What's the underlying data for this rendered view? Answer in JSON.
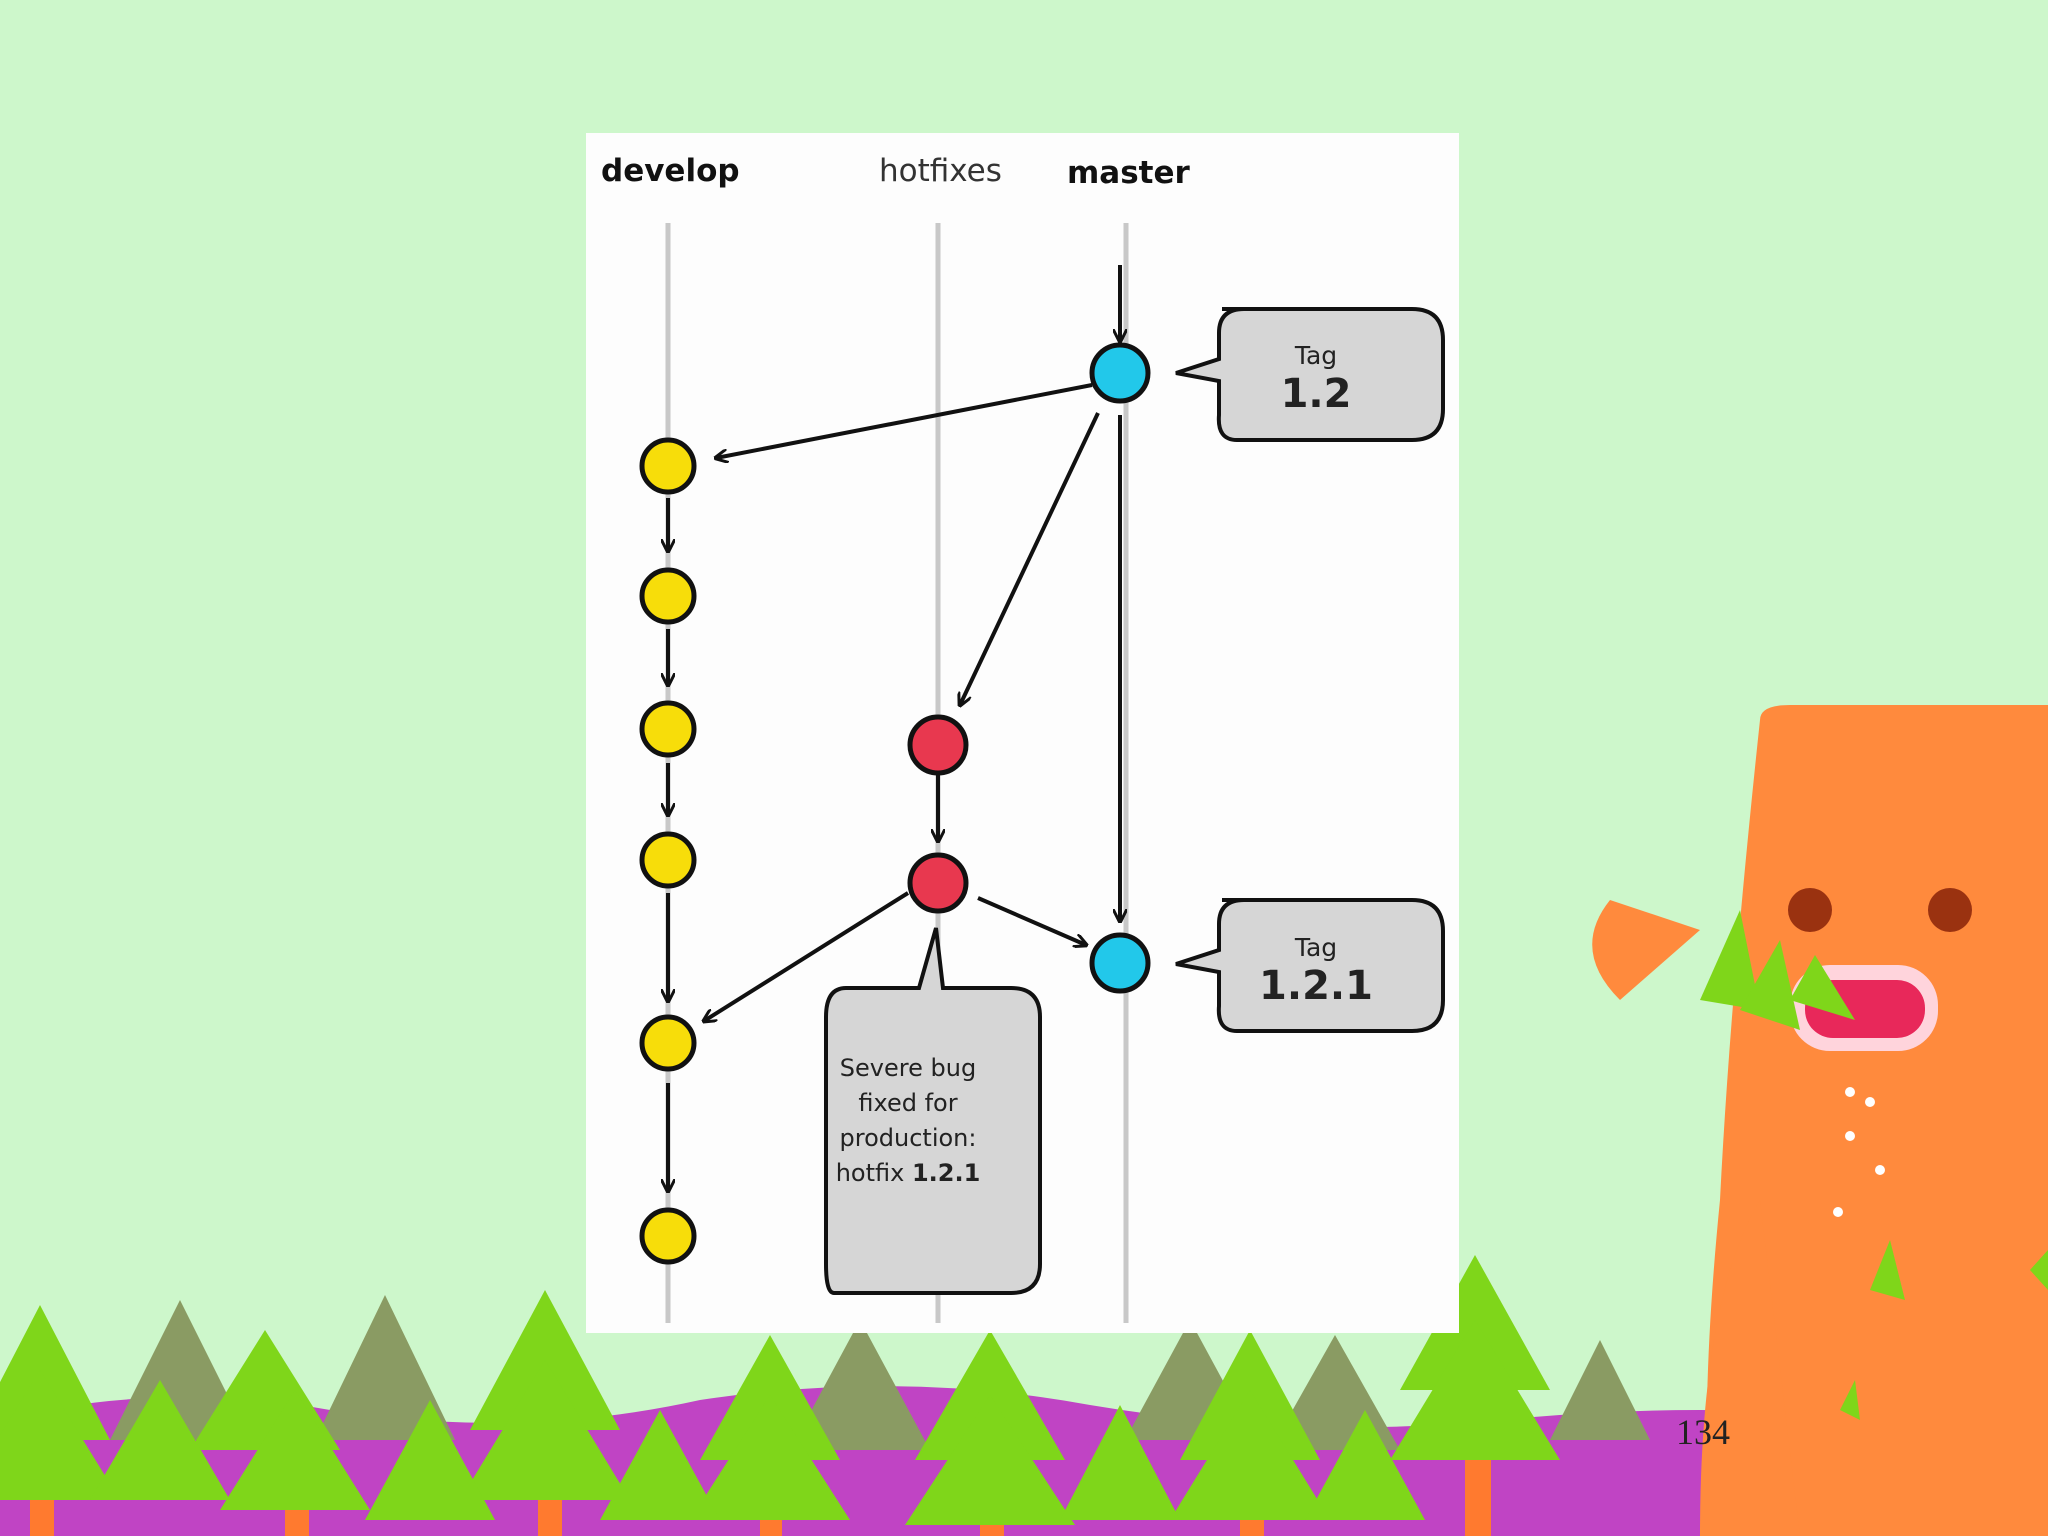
{
  "branches": {
    "develop": "develop",
    "hotfixes": "hotfixes",
    "master": "master"
  },
  "tags": [
    {
      "word": "Tag",
      "version": "1.2"
    },
    {
      "word": "Tag",
      "version": "1.2.1"
    }
  ],
  "note": {
    "line1": "Severe bug",
    "line2": "fixed for",
    "line3": "production:",
    "line4_prefix": "hotfix ",
    "line4_version": "1.2.1"
  },
  "page_number": "134",
  "colors": {
    "background": "#cdf7cb",
    "develop_commit": "#f7dd0a",
    "hotfix_commit": "#e8384f",
    "master_commit": "#22c8ea",
    "bubble_fill": "#d6d6d6",
    "monster": "#ff8a3d",
    "trees": "#7fd61a",
    "hills": "#c044c4"
  }
}
